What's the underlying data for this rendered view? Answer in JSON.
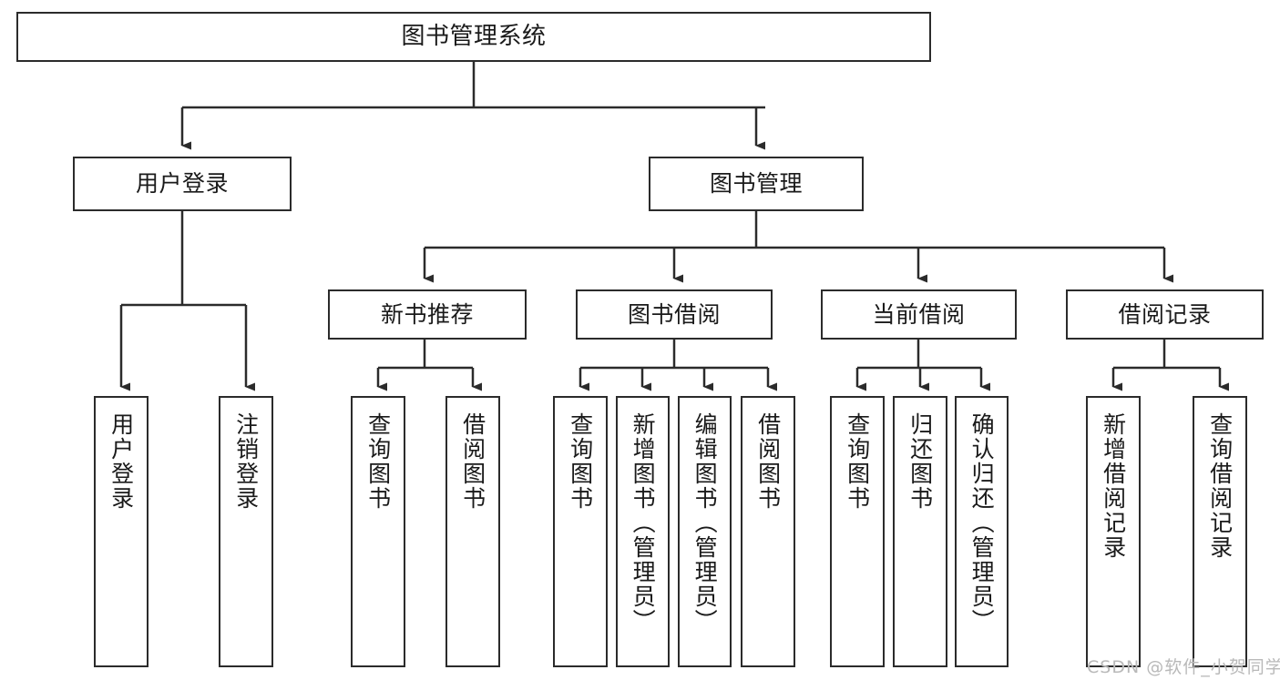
{
  "diagram": {
    "title": "图书管理系统",
    "colors": {
      "stroke": "#2b2b2b",
      "node_fill": "#ffffff",
      "text": "#1a1a1a",
      "background": "#ffffff",
      "watermark": "#b9b9b9"
    },
    "nodes": {
      "root": {
        "label": "图书管理系统"
      },
      "level2": [
        {
          "label": "用户登录"
        },
        {
          "label": "图书管理"
        }
      ],
      "level3": [
        {
          "label": "新书推荐"
        },
        {
          "label": "图书借阅"
        },
        {
          "label": "当前借阅"
        },
        {
          "label": "借阅记录"
        }
      ],
      "leaves": [
        {
          "label": "用户登录"
        },
        {
          "label": "注销登录"
        },
        {
          "label": "查询图书"
        },
        {
          "label": "借阅图书"
        },
        {
          "label": "查询图书"
        },
        {
          "label": "新增图书（管理员）"
        },
        {
          "label": "编辑图书（管理员）"
        },
        {
          "label": "借阅图书"
        },
        {
          "label": "查询图书"
        },
        {
          "label": "归还图书"
        },
        {
          "label": "确认归还（管理员）"
        },
        {
          "label": "新增借阅记录"
        },
        {
          "label": "查询借阅记录"
        }
      ]
    }
  },
  "watermark": {
    "text": "CSDN @软件_小贺同学"
  }
}
